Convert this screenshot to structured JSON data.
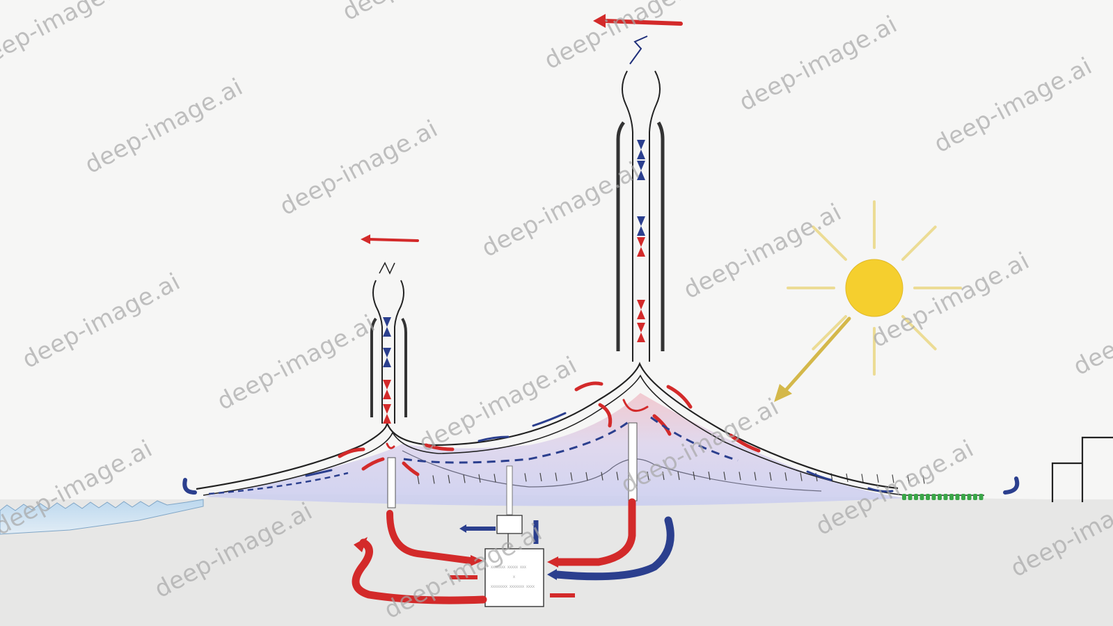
{
  "diagram": {
    "plant_label_lines": [
      "XXXXXXX XXXXX XXX",
      "X",
      "XXXXXXXX XXXXXXX XXXX"
    ],
    "watermark_text": "deep-image.ai",
    "colors": {
      "ground": "#e7e7e6",
      "sky": "#f6f6f5",
      "water": "#cfe2f1",
      "hot_air": "#d32a2a",
      "cool_air": "#2b3f8e",
      "sun": "#f5cf2e",
      "sun_rays": "#ecdc95",
      "solar_arrow": "#d4b84a",
      "planting": "#3aa648",
      "roof_outline": "#222222"
    },
    "icons": [
      "sun-icon",
      "hot-air-arrow-icon",
      "cool-air-arrow-icon",
      "wind-arrow-icon"
    ]
  }
}
